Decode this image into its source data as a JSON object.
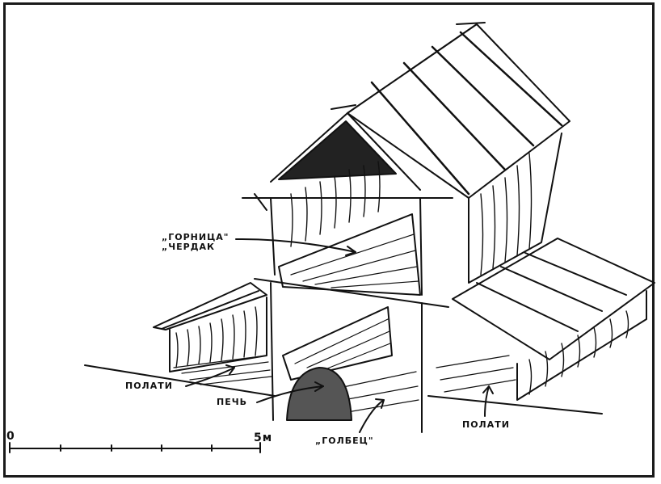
{
  "labels": {
    "gornitsa": "„ГОРНИЦА\"",
    "cherdak": "„ЧЕРДАК",
    "polati_left": "ПОЛАТИ",
    "pech": "ПЕЧЬ",
    "golbets": "„ГОЛБЕЦ\"",
    "polati_right": "ПОЛАТИ"
  },
  "scale": {
    "start": "0",
    "end": "5м"
  },
  "colors": {
    "ink": "#111111",
    "paper": "#ffffff"
  }
}
